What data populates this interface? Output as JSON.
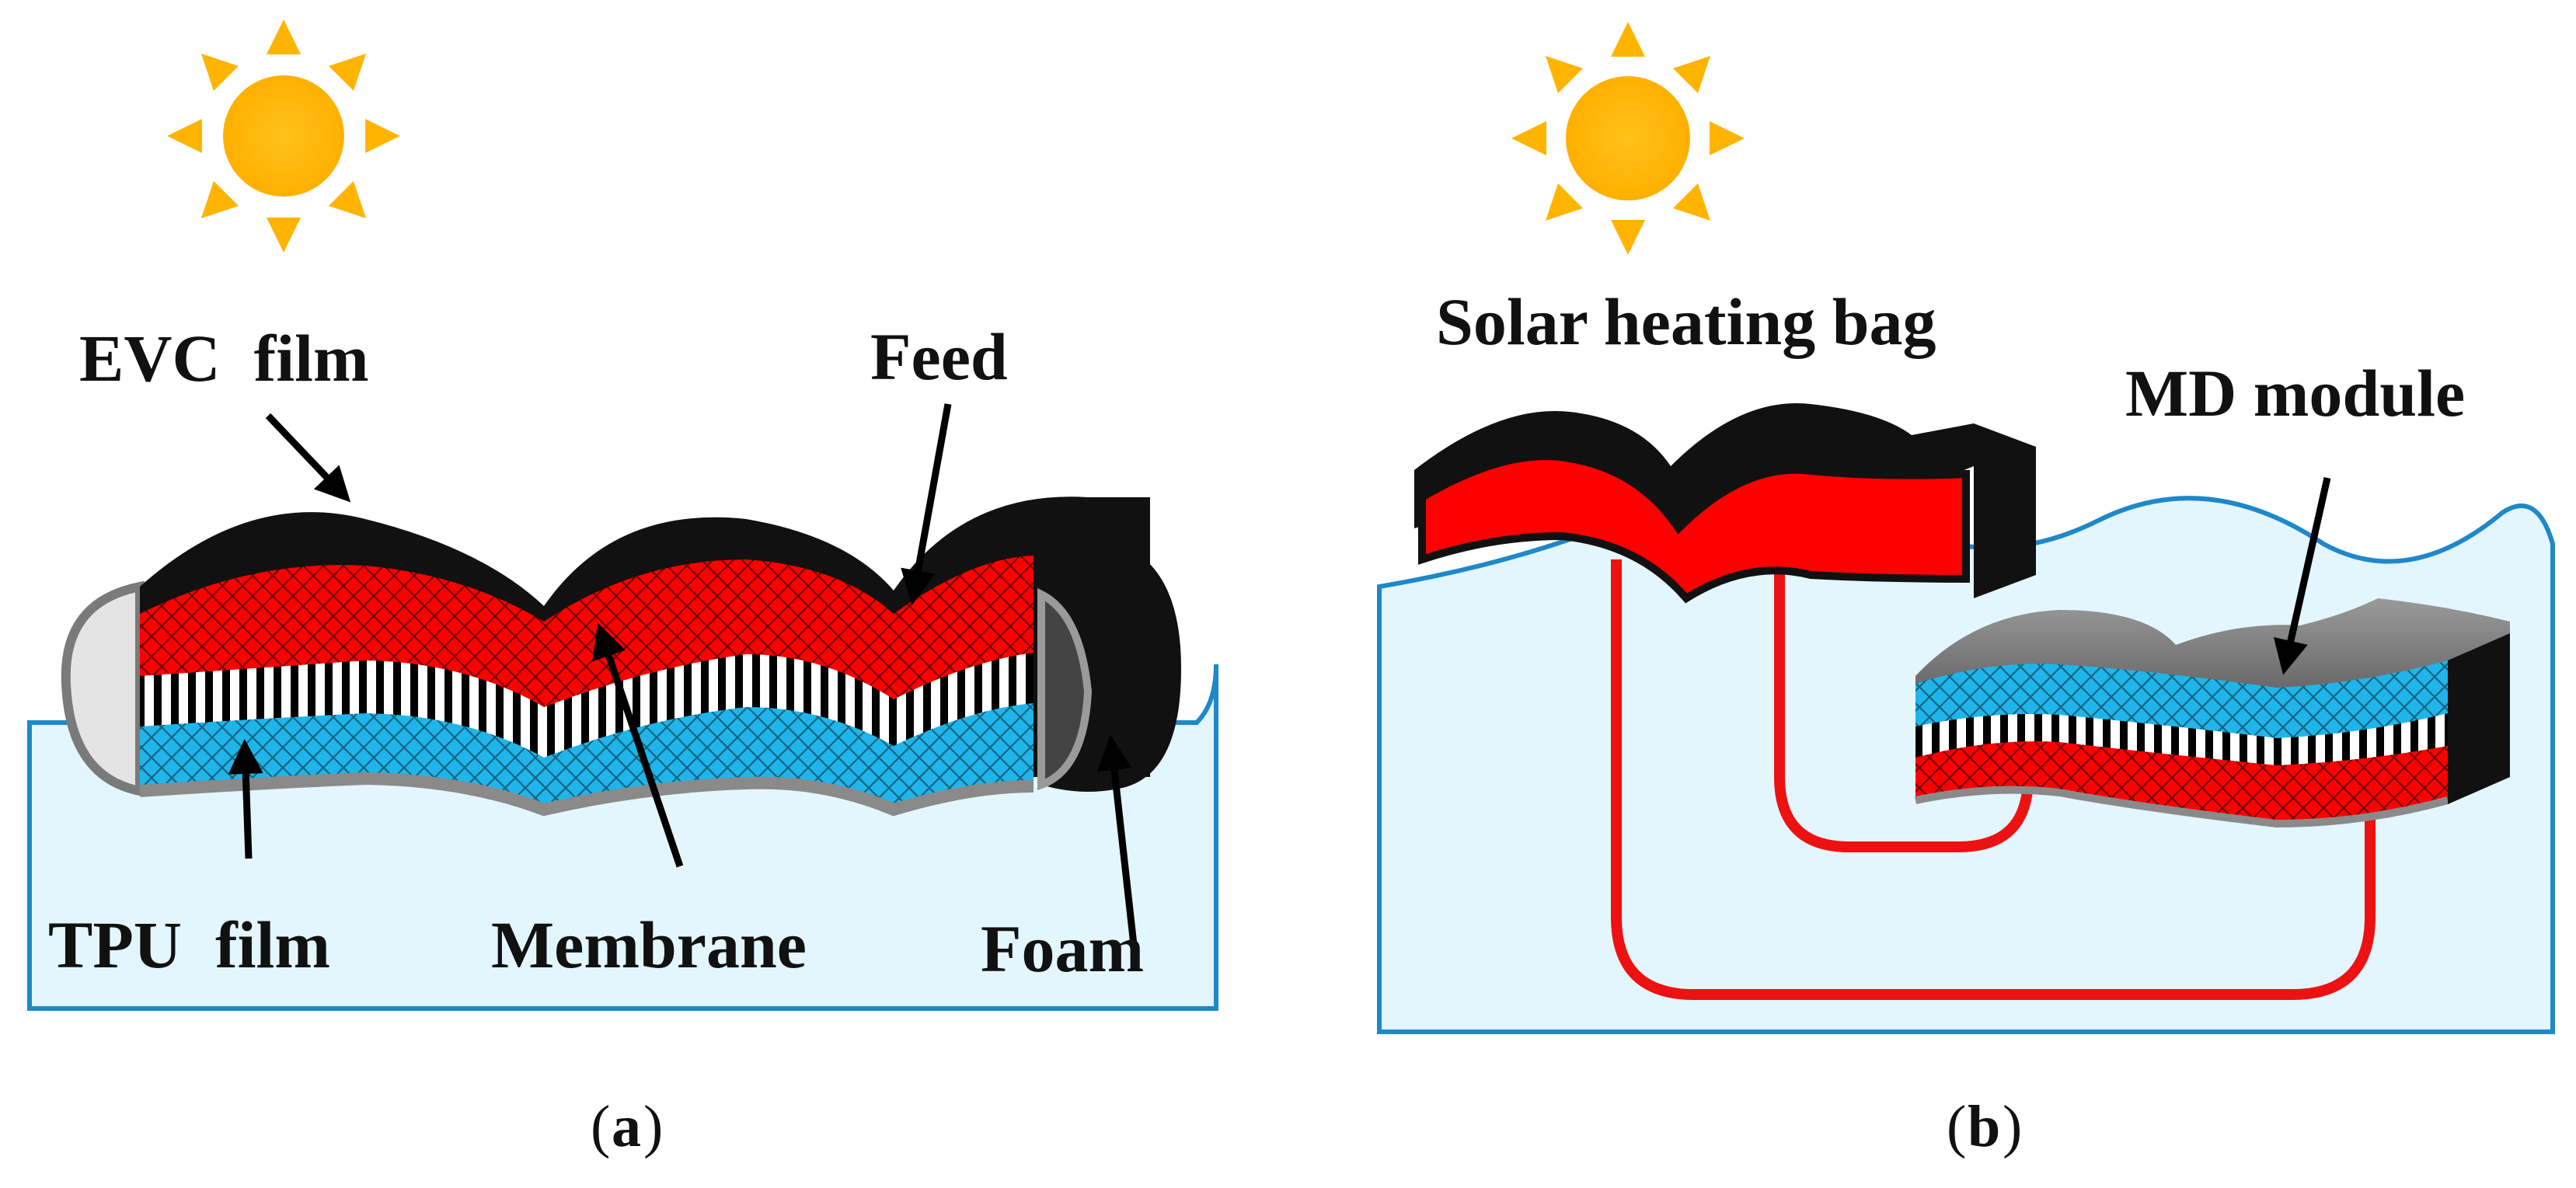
{
  "panel_a": {
    "labels": {
      "evc_film": "EVC  film",
      "feed": "Feed",
      "tpu_film": "TPU  film",
      "membrane": "Membrane",
      "foam": "Foam"
    },
    "caption_letter": "a"
  },
  "panel_b": {
    "labels": {
      "solar_heating_bag": "Solar heating bag",
      "md_module": "MD module"
    },
    "caption_letter": "b"
  },
  "colors": {
    "water": "#E3F6FD",
    "water_edge": "#1E88C8",
    "feed_layer": "#FF0000",
    "permeate_layer": "#20B5EA",
    "film_black": "#111111",
    "sun": "#FFB400",
    "tpu_grey": "#8A8A8A",
    "pipe": "#EE1111"
  },
  "icons": [
    "sun-icon"
  ]
}
